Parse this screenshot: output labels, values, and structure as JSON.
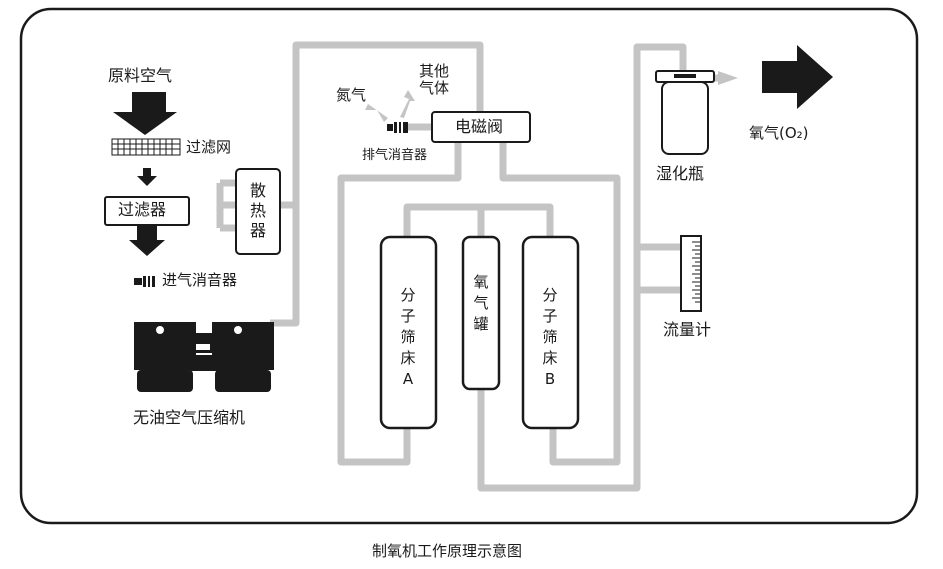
{
  "labels": {
    "raw_air": "原料空气",
    "filter_mesh": "过滤网",
    "filter": "过滤器",
    "intake_muffler": "进气消音器",
    "compressor": "无油空气压缩机",
    "radiator": "散热器",
    "nitrogen": "氮气",
    "other_gas": "其他气体",
    "exhaust_muffler": "排气消音器",
    "solenoid_valve": "电磁阀",
    "sieve_a": "分子筛床A",
    "oxygen_tank": "氧气罐",
    "sieve_b": "分子筛床B",
    "humidifier": "湿化瓶",
    "flowmeter": "流量计",
    "oxygen": "氧气(O₂)"
  },
  "caption": "制氧机工作原理示意图",
  "colors": {
    "pipe": "#c4c4c4",
    "ink": "#1a1a1a",
    "frame": "#1a1a1a"
  }
}
